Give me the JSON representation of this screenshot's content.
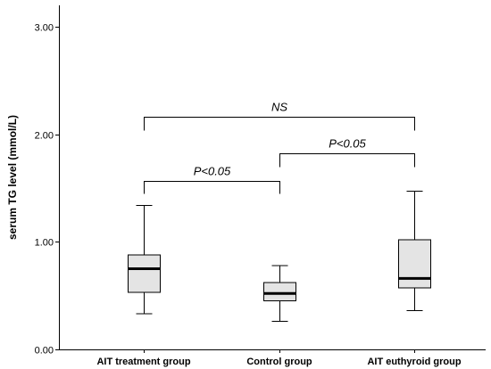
{
  "chart_data": {
    "type": "box",
    "categories": [
      "AIT treatment group",
      "Control group",
      "AIT euthyroid group"
    ],
    "boxes": [
      {
        "min": 0.33,
        "q1": 0.53,
        "median": 0.75,
        "q3": 0.88,
        "max": 1.34
      },
      {
        "min": 0.26,
        "q1": 0.45,
        "median": 0.52,
        "q3": 0.62,
        "max": 0.78
      },
      {
        "min": 0.36,
        "q1": 0.57,
        "median": 0.66,
        "q3": 1.02,
        "max": 1.47
      }
    ],
    "ylabel": "serum TG level (mmol/L)",
    "xlabel": "",
    "ylim": [
      0.0,
      3.2
    ],
    "yticks": [
      0.0,
      1.0,
      2.0,
      3.0
    ],
    "ytick_labels": [
      "0.00",
      "1.00",
      "2.00",
      "3.00"
    ],
    "grid": false,
    "annotations": [
      {
        "label": "NS",
        "from": 0,
        "to": 2,
        "y": 2.16,
        "drop": 0.12
      },
      {
        "label": "P<0.05",
        "from": 1,
        "to": 2,
        "y": 1.82,
        "drop": 0.12
      },
      {
        "label": "P<0.05",
        "from": 0,
        "to": 1,
        "y": 1.57,
        "drop": 0.12
      }
    ],
    "colors": {
      "box_fill": "#e4e4e4",
      "line": "#000000"
    }
  }
}
